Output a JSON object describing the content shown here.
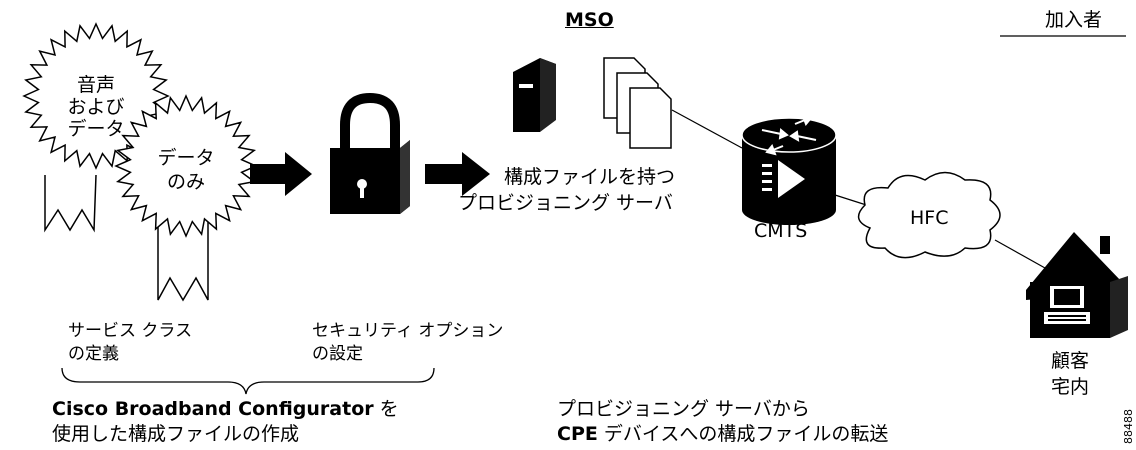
{
  "labels": {
    "mso": "MSO",
    "subscriber": "加入者",
    "seal_voice_data": [
      "音声",
      "および",
      "データ"
    ],
    "seal_data_only": [
      "データ",
      "のみ"
    ],
    "provisioning_server": [
      "構成ファイルを持つ",
      "プロビジョニング サーバ"
    ],
    "cmts": "CMTS",
    "hfc": "HFC",
    "customer_premises": [
      "顧客",
      "宅内"
    ],
    "service_class": [
      "サービス クラス",
      "の定義"
    ],
    "security_options": [
      "セキュリティ オプション",
      "の設定"
    ],
    "caption_left": {
      "line1_bold": "Cisco Broadband Configurator",
      "line1_rest": " を",
      "line2": "使用した構成ファイルの作成"
    },
    "caption_right": {
      "line1": "プロビジョニング サーバから",
      "line2_bold": "CPE",
      "line2_rest": " デバイスへの構成ファイルの転送"
    },
    "figure_number": "88488"
  },
  "colors": {
    "ink": "#000000",
    "paper": "#ffffff"
  },
  "icons": {
    "seal": "starburst-ribbon-icon",
    "arrow": "right-arrow-icon",
    "lock": "padlock-icon",
    "server": "tower-server-icon",
    "documents": "config-files-icon",
    "router": "cmts-router-icon",
    "cloud": "cloud-icon",
    "house": "house-with-computer-icon"
  }
}
